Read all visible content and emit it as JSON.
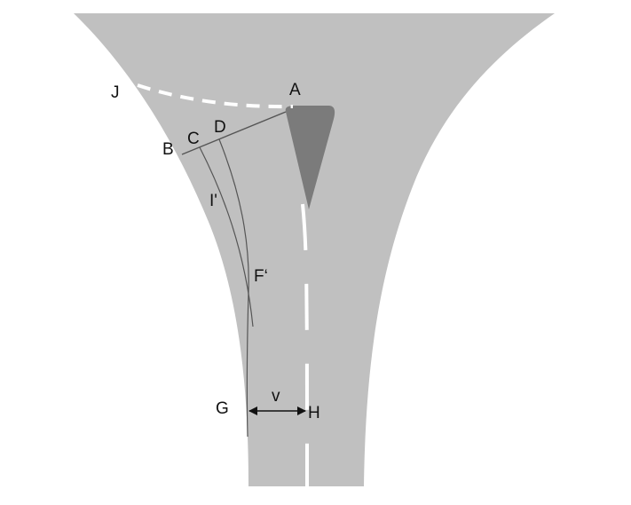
{
  "labels": {
    "J": "J",
    "A": "A",
    "B": "B",
    "C": "C",
    "D": "D",
    "I": "I'",
    "F": "F‘",
    "G": "G",
    "v": "v",
    "H": "H"
  },
  "colors": {
    "road": "#c0c0c0",
    "island": "#7b7b7b",
    "marking": "#ffffff",
    "line": "#555555"
  }
}
